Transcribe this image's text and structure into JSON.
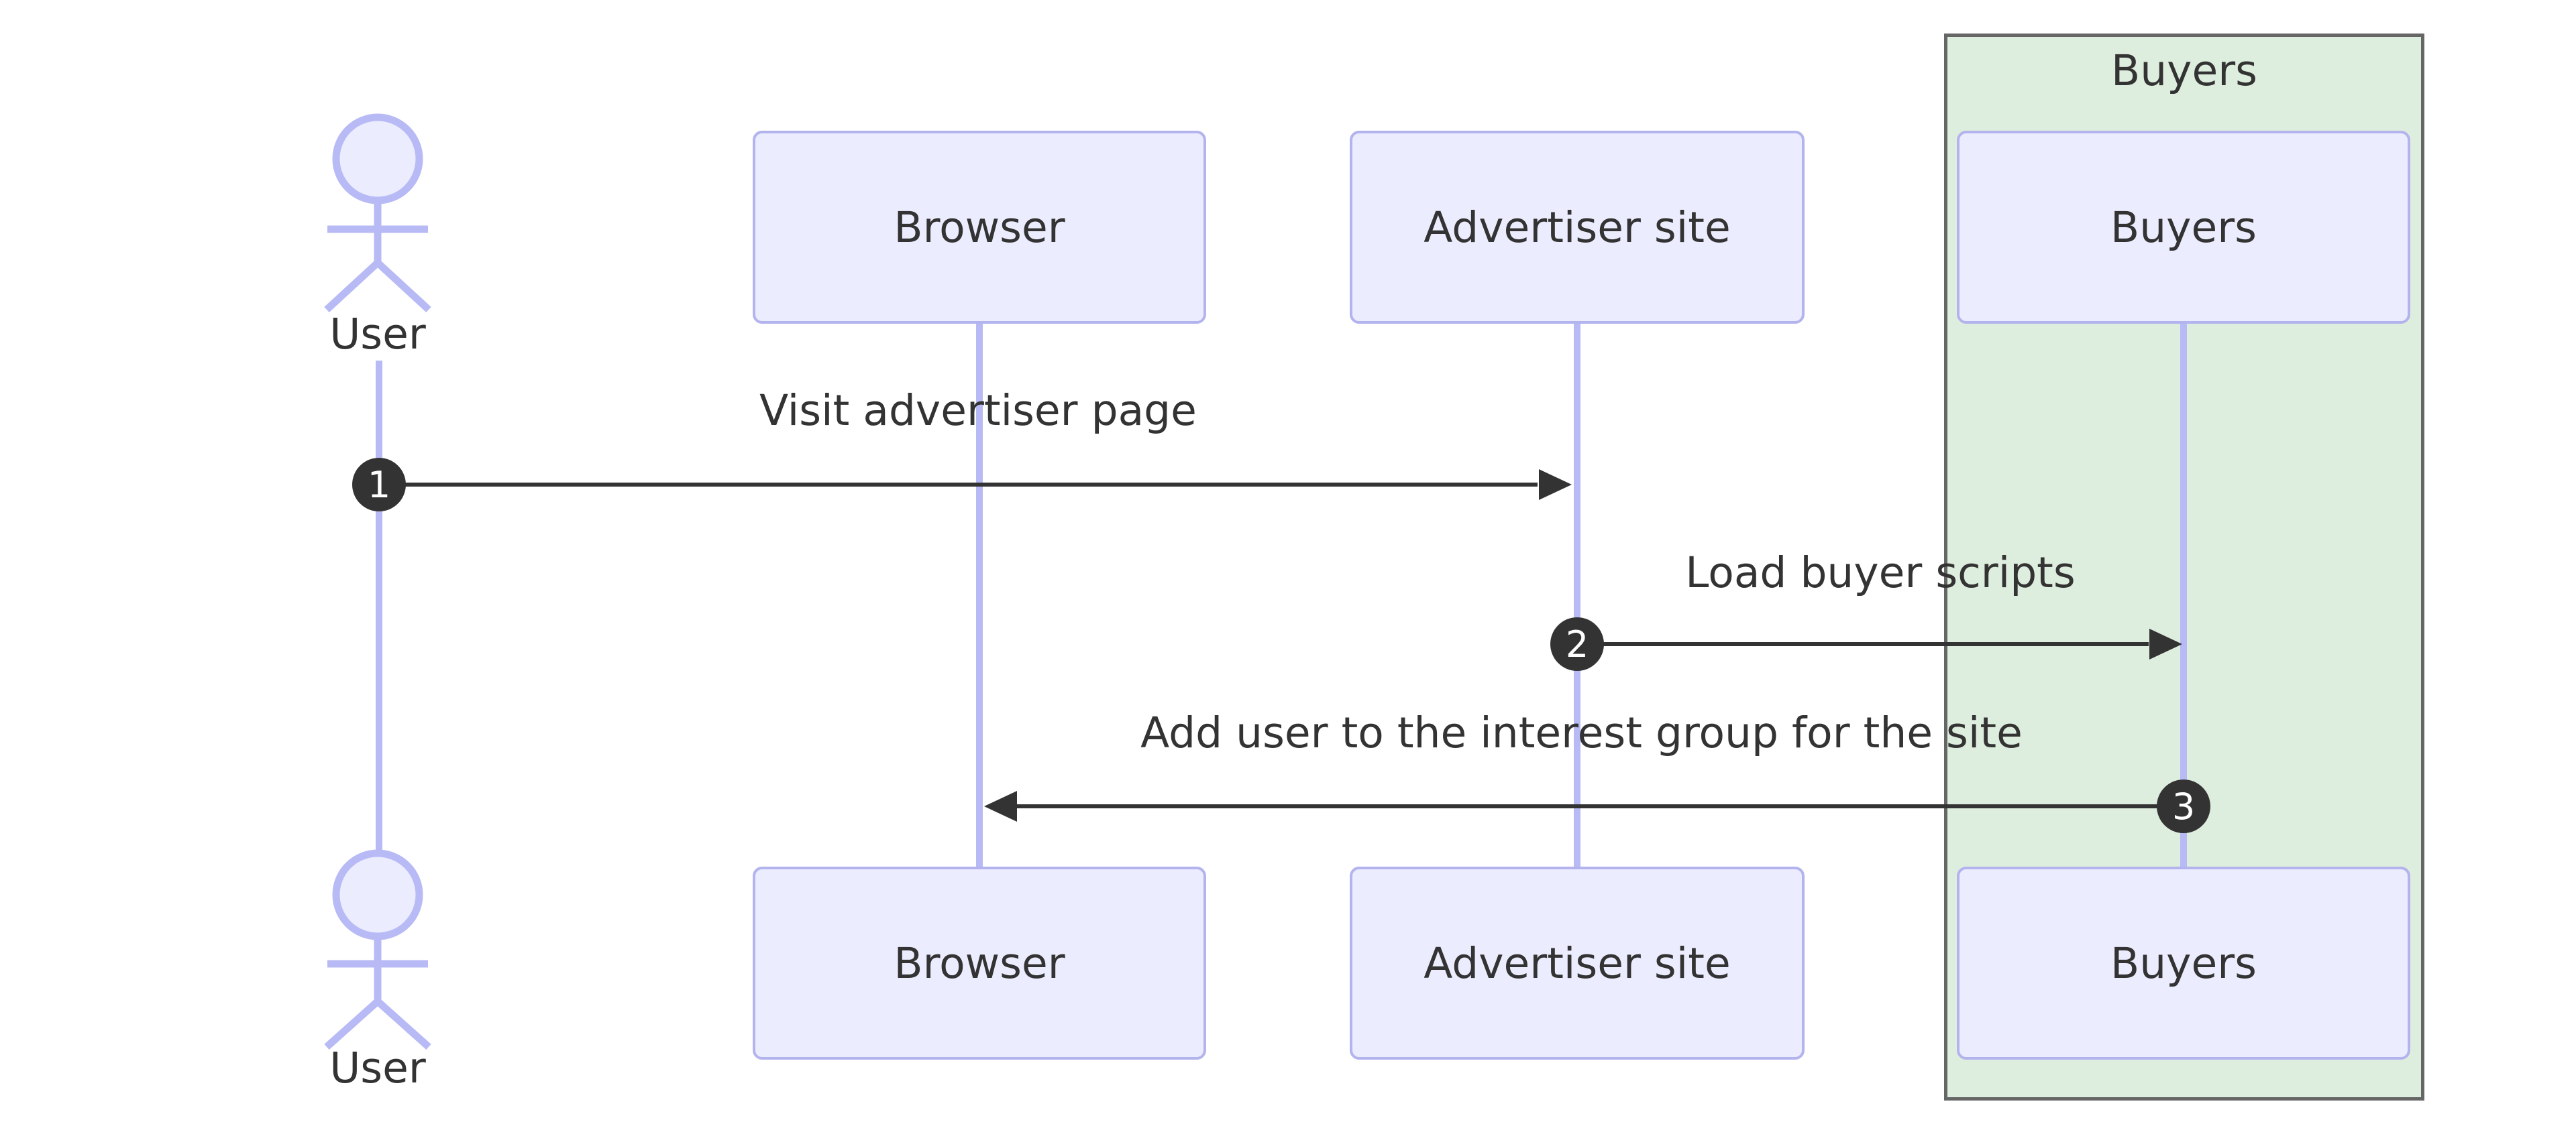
{
  "diagram": {
    "type": "sequence-diagram",
    "background": "#ffffff",
    "palette": {
      "participant_fill": "#ECECFF",
      "participant_border": "#B3B3EE",
      "lifeline": "#B7BAF5",
      "group_fill": "#DEEEDE",
      "group_border": "#666666",
      "text": "#333333",
      "message_line": "#333333",
      "number_badge_fill": "#333333",
      "number_badge_text": "#FFFFFF"
    },
    "actor": {
      "label": "User"
    },
    "participants": [
      {
        "label": "Browser"
      },
      {
        "label": "Advertiser site"
      },
      {
        "label": "Buyers"
      }
    ],
    "group": {
      "label": "Buyers"
    },
    "messages": [
      {
        "number": "1",
        "label": "Visit advertiser page",
        "from": "User",
        "to": "Advertiser site",
        "direction": "right"
      },
      {
        "number": "2",
        "label": "Load buyer scripts",
        "from": "Advertiser site",
        "to": "Buyers",
        "direction": "right"
      },
      {
        "number": "3",
        "label": "Add user to the interest group for the site",
        "from": "Buyers",
        "to": "Browser",
        "direction": "left"
      }
    ]
  }
}
